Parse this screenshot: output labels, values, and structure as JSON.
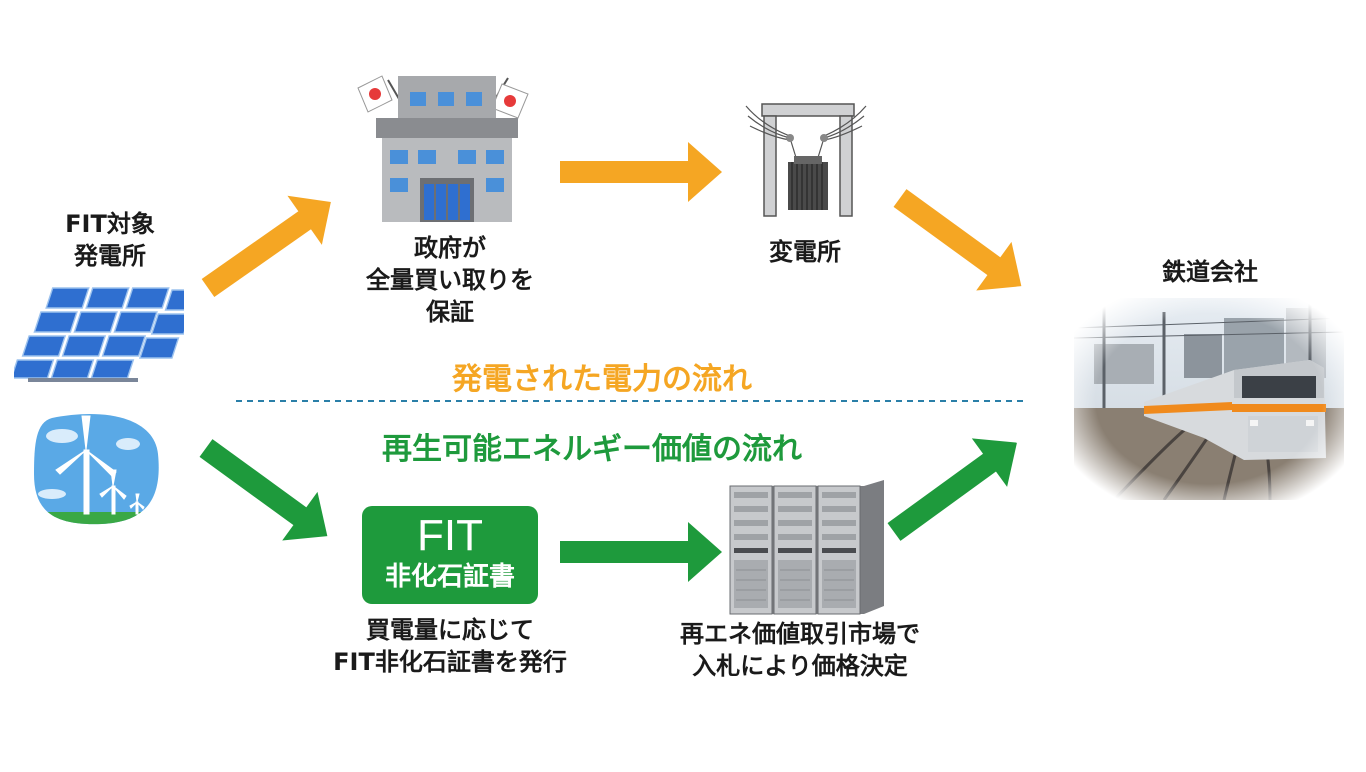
{
  "nodes": {
    "fit_plant": "FIT対象\n発電所",
    "government": "政府が\n全量買い取りを\n保証",
    "substation": "変電所",
    "railway": "鉄道会社",
    "certificate_issue": "買電量に応じて\nFIT非化石証書を発行",
    "market": "再エネ価値取引市場で\n入札により価格決定"
  },
  "certificate_badge": {
    "main": "FIT",
    "sub": "非化石証書"
  },
  "flows": {
    "power": {
      "label": "発電された電力の流れ",
      "color": "#f5a623"
    },
    "value": {
      "label": "再生可能エネルギー価値の流れ",
      "color": "#1e9a3c"
    }
  },
  "icons": [
    "solar-panel-icon",
    "wind-turbine-icon",
    "government-building-icon",
    "substation-icon",
    "server-rack-icon",
    "train-photo"
  ]
}
